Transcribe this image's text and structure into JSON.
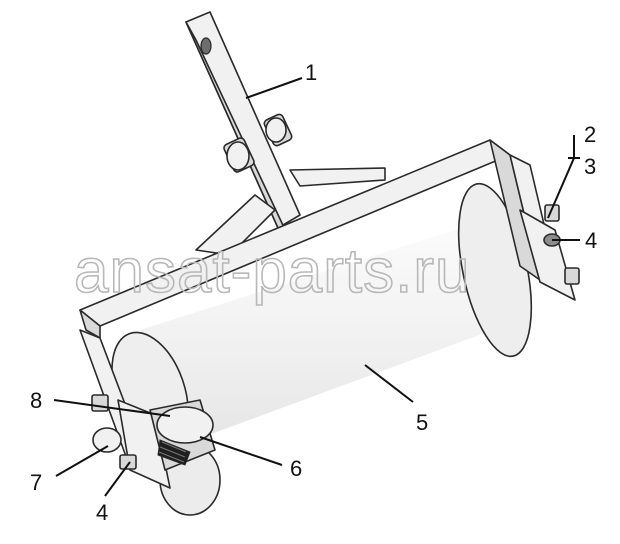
{
  "watermark": "ansat-parts.ru",
  "corner_mark": "",
  "callouts": [
    {
      "label": "1"
    },
    {
      "label": "2"
    },
    {
      "label": "3"
    },
    {
      "label": "4"
    },
    {
      "label": "5"
    },
    {
      "label": "6"
    },
    {
      "label": "7"
    },
    {
      "label": "4"
    },
    {
      "label": "8"
    }
  ]
}
